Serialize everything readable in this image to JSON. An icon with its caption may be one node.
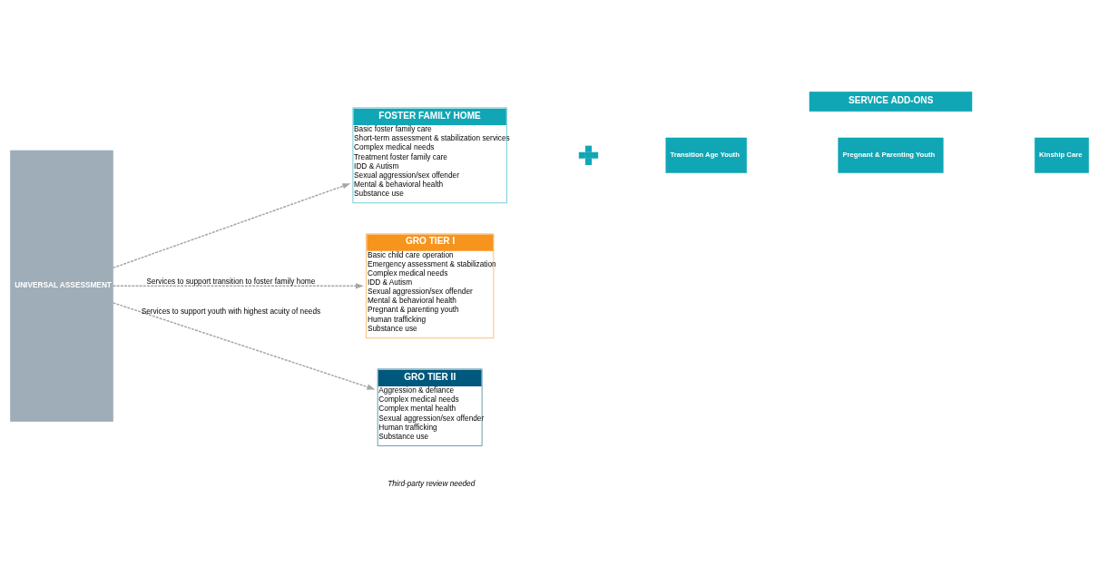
{
  "diagram": {
    "nodes": [
      {
        "text": [
          "UNIVERSAL ASSESSMENT"
        ]
      },
      {
        "text": [
          "FOSTER FAMILY HOME",
          "Basic foster family care",
          "Short-term assessment & stabilization services",
          "Complex medical needs",
          "Treatment foster family care",
          "IDD & Autism",
          "Sexual aggression/sex offender",
          "Mental & behavioral health",
          "Substance use"
        ]
      },
      {
        "text": [],
        "shape": "plus"
      },
      {
        "text": [
          "SERVICE ADD-ONS"
        ]
      },
      {
        "text": [
          "Transition Age Youth"
        ]
      },
      {
        "text": [
          "Pregnant & Parenting Youth"
        ]
      },
      {
        "text": [
          "Kinship Care"
        ]
      },
      {
        "text": [
          "GRO TIER I",
          "Basic child care operation",
          "Emergency assessment & stabilization",
          "Complex medical needs",
          "IDD & Autism",
          "Sexual aggression/sex offender",
          "Mental & behavioral health",
          "Pregnant & parenting youth",
          "Human trafficking",
          "Substance use"
        ]
      },
      {
        "text": [
          "GRO TIER II",
          "Aggression & defiance",
          "Complex medical needs",
          "Complex mental health",
          "Sexual aggression/sex offender",
          "Human trafficking",
          "Substance use"
        ]
      }
    ],
    "edges": [
      {
        "from": 0,
        "to": 1,
        "arrow": "to",
        "style": "dashed"
      },
      {
        "from": 0,
        "to": 7,
        "arrow": "to",
        "style": "dashed",
        "label": "Services to support transition to foster family home"
      },
      {
        "from": 0,
        "to": 8,
        "arrow": "to",
        "style": "dashed",
        "label": "Services to support youth with highest acuity of needs"
      }
    ],
    "labels": [
      "Third-party review needed"
    ]
  }
}
